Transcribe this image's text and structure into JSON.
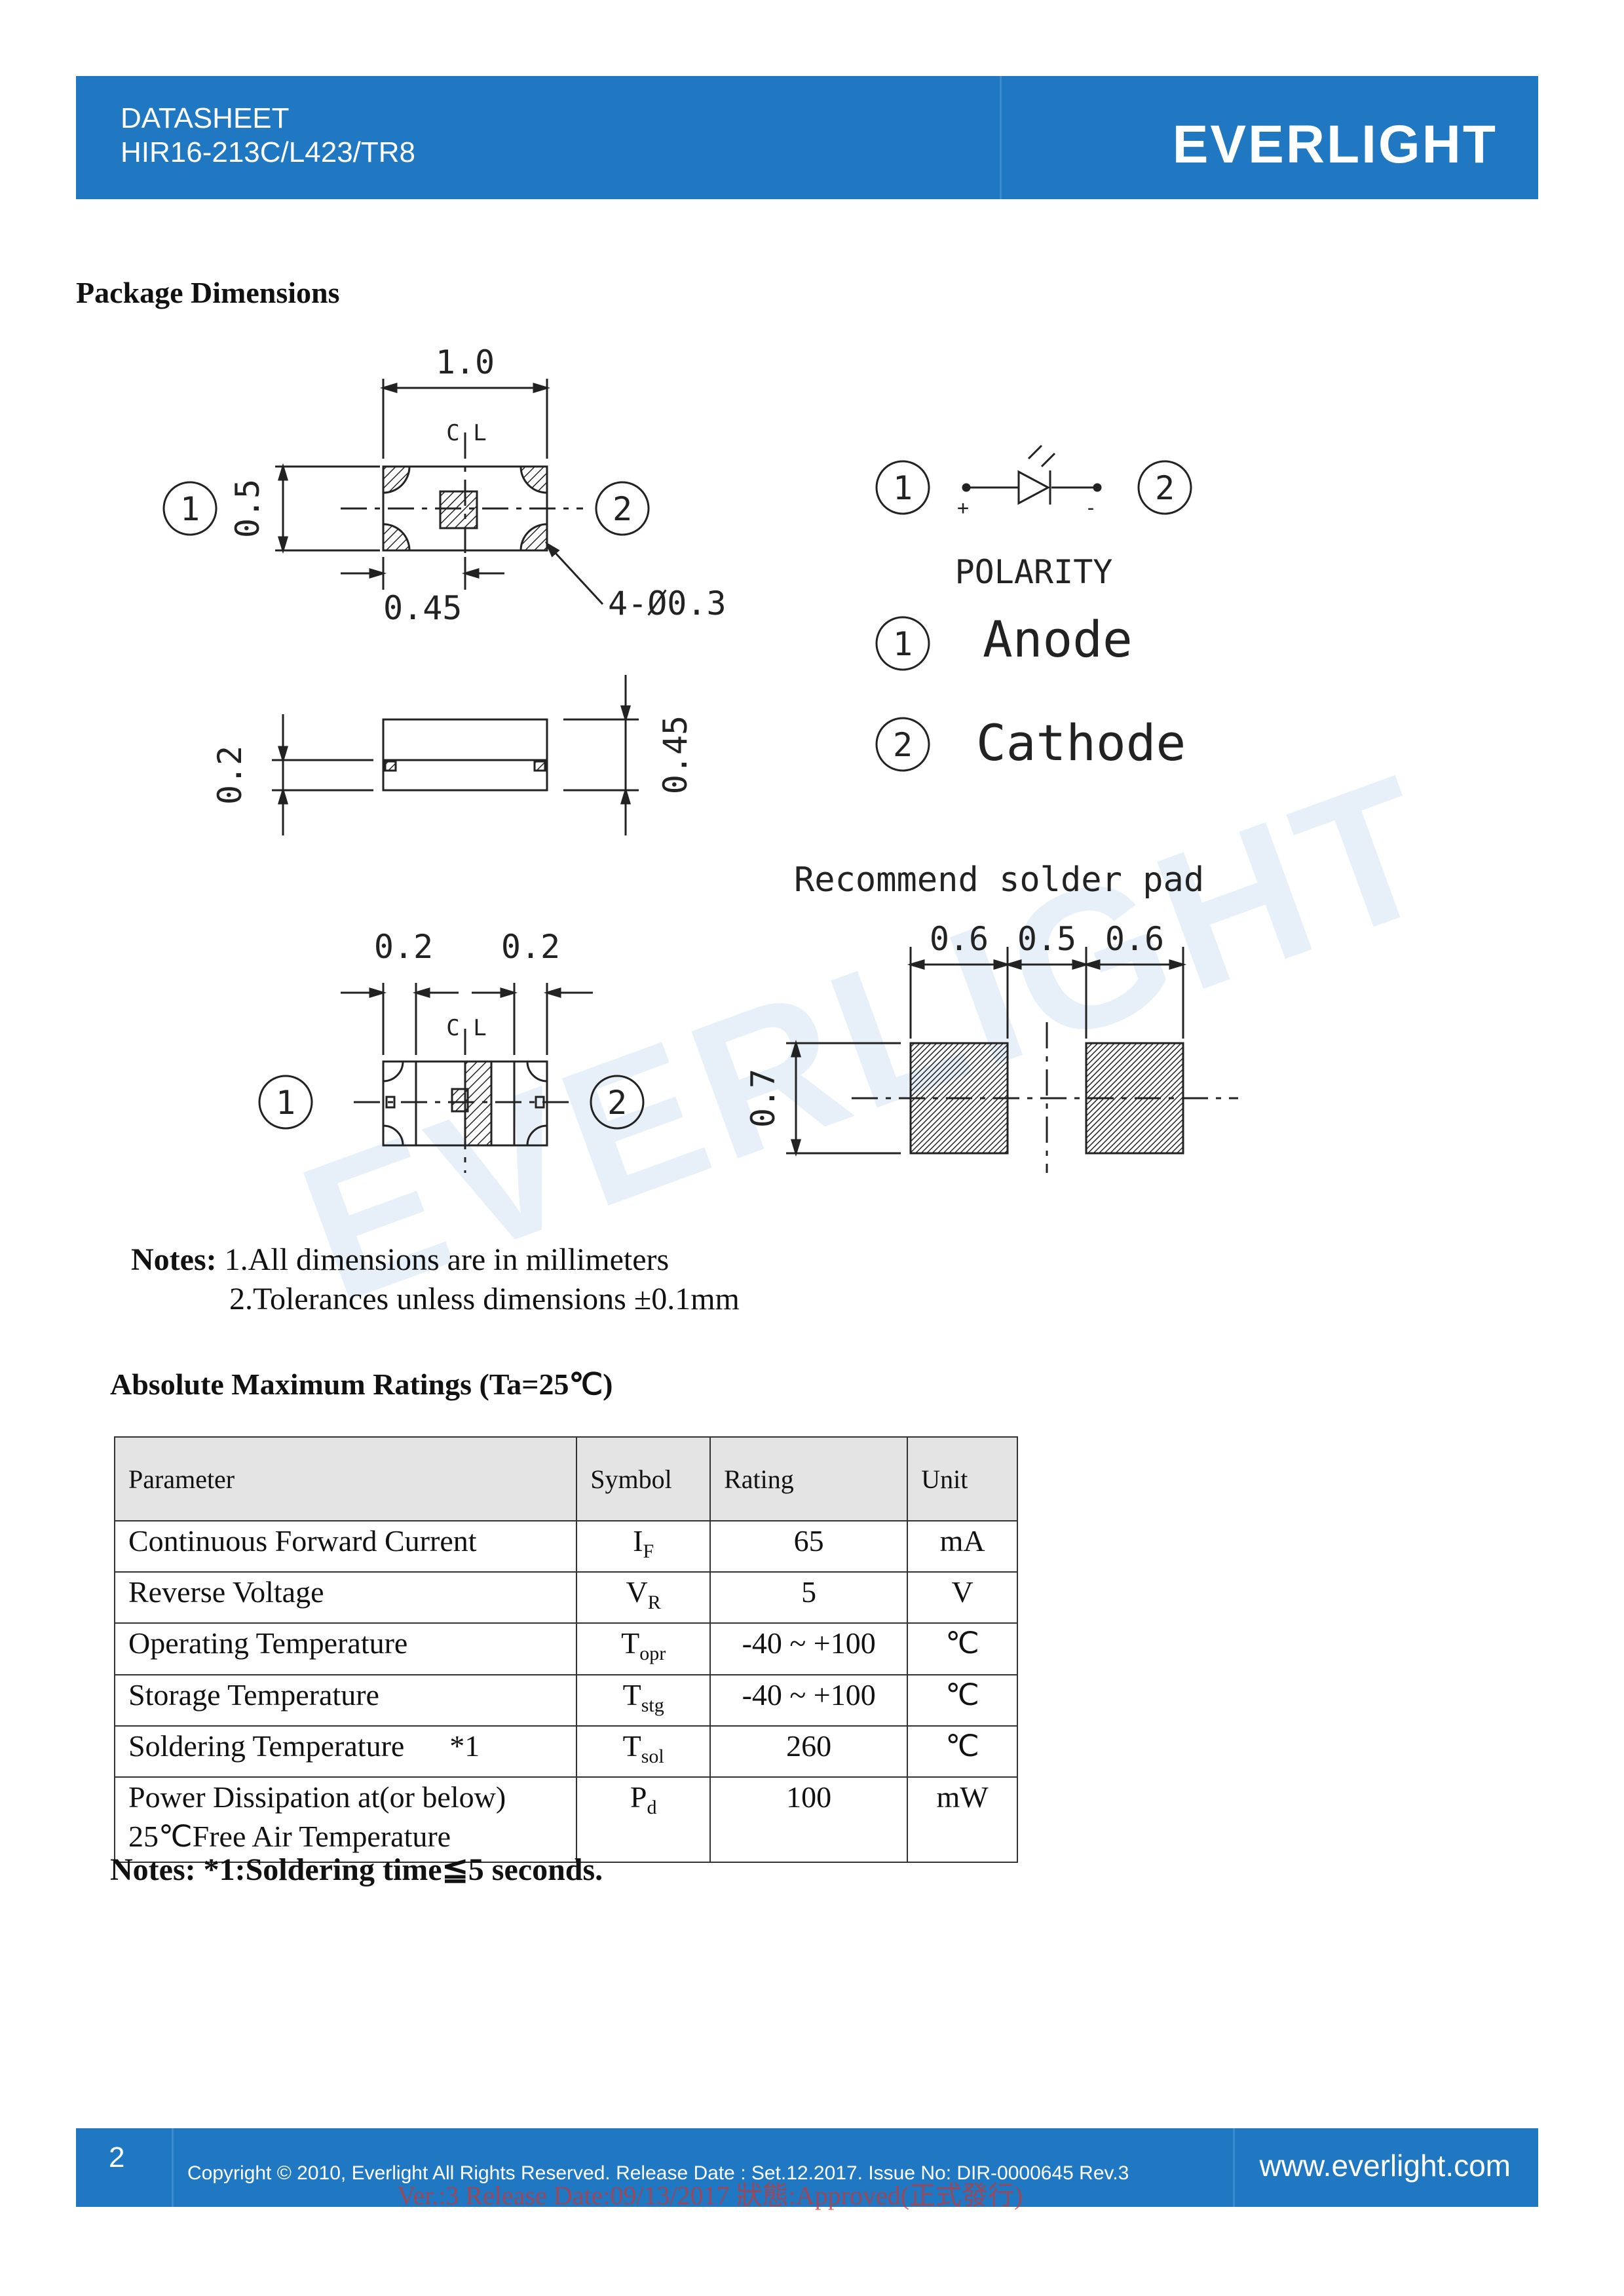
{
  "header": {
    "doc_type": "DATASHEET",
    "part_number": "HIR16-213C/L423/TR8",
    "brand": "EVERLIGHT"
  },
  "package": {
    "title": "Package Dimensions",
    "dims": {
      "top_width": "1.0",
      "top_height": "0.5",
      "top_pitch": "0.45",
      "holes": "4-Ø0.3",
      "side_thickness": "0.2",
      "side_height": "0.45",
      "bottom_left": "0.2",
      "bottom_right": "0.2"
    },
    "pin1": "1",
    "pin2": "2",
    "cl_mark": "C L",
    "polarity_title": "POLARITY",
    "polarity_plus": "+",
    "polarity_minus": "-",
    "anode_label": "Anode",
    "cathode_label": "Cathode",
    "solder_pad_title": "Recommend solder pad",
    "pad_dims": {
      "pad_a": "0.6",
      "gap": "0.5",
      "pad_b": "0.6",
      "pad_height": "0.7"
    }
  },
  "watermark": "EVERLIGHT",
  "notes": {
    "label": "Notes:",
    "line1": "1.All dimensions are in millimeters",
    "line2": "2.Tolerances unless dimensions  ±0.1mm"
  },
  "ratings": {
    "title": "Absolute Maximum Ratings (Ta=25℃)",
    "headers": [
      "Parameter",
      "Symbol",
      "Rating",
      "Unit"
    ],
    "rows": [
      {
        "parameter": "Continuous Forward Current",
        "sym": "I",
        "sub": "F",
        "rating": "65",
        "unit": "mA"
      },
      {
        "parameter": "Reverse Voltage",
        "sym": "V",
        "sub": "R",
        "rating": "5",
        "unit": "V"
      },
      {
        "parameter": "Operating Temperature",
        "sym": "T",
        "sub": "opr",
        "rating": "-40 ~ +100",
        "unit": "℃"
      },
      {
        "parameter": "Storage Temperature",
        "sym": "T",
        "sub": "stg",
        "rating": "-40 ~ +100",
        "unit": "℃"
      },
      {
        "parameter": "Soldering Temperature      *1",
        "sym": "T",
        "sub": "sol",
        "rating": "260",
        "unit": "℃"
      },
      {
        "parameter": "Power Dissipation at(or below)",
        "parameter_line2": "25℃Free Air Temperature",
        "sym": "P",
        "sub": "d",
        "rating": "100",
        "unit": "mW"
      }
    ]
  },
  "foot_note": "Notes: *1:Soldering time≦5 seconds.",
  "footer": {
    "page": "2",
    "copyright": "Copyright © 2010, Everlight All Rights Reserved. Release Date : Set.12.2017. Issue No: DIR-0000645    Rev.3",
    "release_stamp": "Ver.:3    Release Date:09/13/2017    狀態:Approved(正式發行)",
    "website": "www.everlight.com"
  }
}
